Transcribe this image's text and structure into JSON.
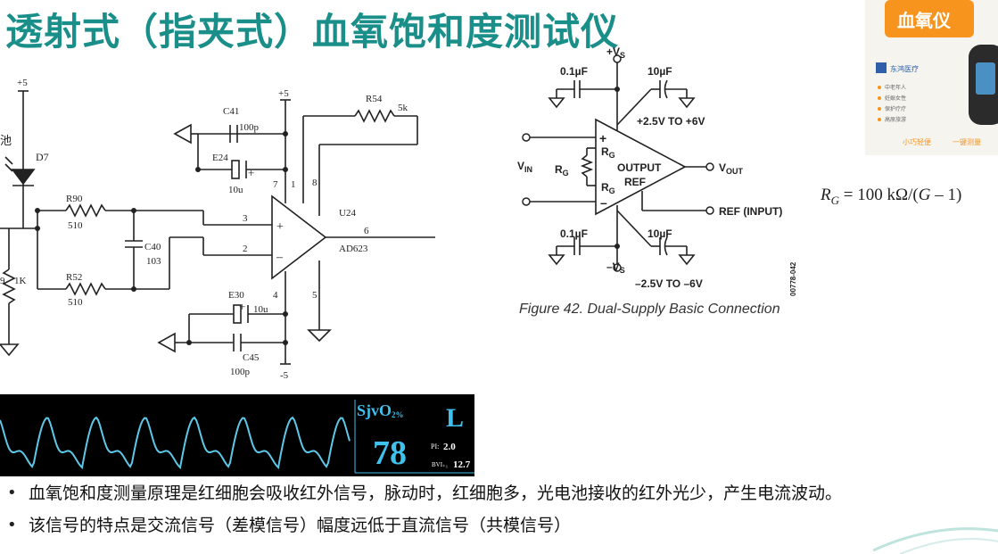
{
  "title": "透射式（指夹式）血氧饱和度测试仪",
  "schematic": {
    "vplus_top": "+5",
    "vplus_mid": "+5",
    "vminus": "-5",
    "pool_label": "池",
    "d7": "D7",
    "r90": "R90",
    "r90_val": "510",
    "r52": "R52",
    "r52_val": "510",
    "r_left": "9",
    "r_left_val": "1K",
    "c41": "C41",
    "c41_val": "100p",
    "e24": "E24",
    "e24_val": "10u",
    "c40": "C40",
    "c40_val": "103",
    "r54": "R54",
    "r54_val": "5k",
    "u24": "U24",
    "ad623": "AD623",
    "pin3": "3",
    "pin2": "2",
    "pin6": "6",
    "pin7": "7",
    "pin1": "1",
    "pin8": "8",
    "pin4": "4",
    "pin5": "5",
    "e30": "E30",
    "e30_val": "10u",
    "c45": "C45",
    "c45_val": "100p",
    "plus": "+"
  },
  "ad_figure": {
    "vs_pos": "+V",
    "vs_neg": "–V",
    "vs_sub": "S",
    "cap_tl": "0.1µF",
    "cap_tr": "10µF",
    "cap_bl": "0.1µF",
    "cap_br": "10µF",
    "supply_pos": "+2.5V TO +6V",
    "supply_neg": "–2.5V TO –6V",
    "vin": "V",
    "vin_sub": "IN",
    "rg": "R",
    "rg_sub": "G",
    "output": "OUTPUT",
    "ref": "REF",
    "vout": "V",
    "vout_sub": "OUT",
    "ref_input": "REF (INPUT)",
    "plus": "+",
    "minus": "–",
    "code": "00778-042",
    "caption": "Figure 42. Dual-Supply Basic Connection"
  },
  "formula": {
    "r": "R",
    "g_sub": "G",
    "rest": " = 100 kΩ/(",
    "g": "G",
    "tail": " – 1)"
  },
  "monitor": {
    "label": "SjvO",
    "label_sub": "2%",
    "value": "78",
    "mode": "L",
    "pi_label": "PI:",
    "pi_value": "2.0",
    "bvi_label": "BVI₊₁",
    "bvi_value": "12.7",
    "wave_color": "#5ec8e8",
    "text_color": "#3fc1ee"
  },
  "ad_card": {
    "title": "血氧仪",
    "brand": "东鸿医疗",
    "items": [
      "中老年人",
      "妊娠女性",
      "保护疗疗",
      "高原旅游"
    ],
    "tagline1": "小巧轻便",
    "tagline2": "一键测量"
  },
  "bullets": [
    "血氧饱和度测量原理是红细胞会吸收红外信号，脉动时，红细胞多，光电池接收的红外光少，产生电流波动。",
    "该信号的特点是交流信号（差模信号）幅度远低于直流信号（共模信号）"
  ],
  "colors": {
    "title": "#1a8f8a",
    "monitor_bg": "#000000"
  }
}
